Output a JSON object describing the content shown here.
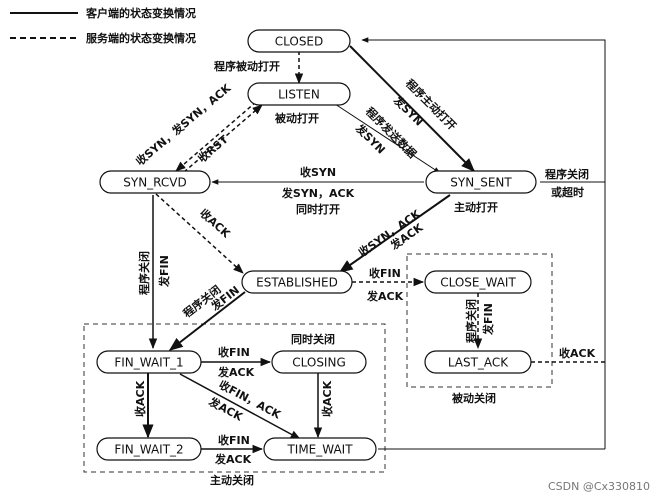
{
  "legend": {
    "client_label": "客户端的状态变换情况",
    "server_label": "服务端的状态变换情况"
  },
  "states": {
    "closed": "CLOSED",
    "listen": "LISTEN",
    "syn_rcvd": "SYN_RCVD",
    "syn_sent": "SYN_SENT",
    "established": "ESTABLISHED",
    "close_wait": "CLOSE_WAIT",
    "last_ack": "LAST_ACK",
    "fin_wait_1": "FIN_WAIT_1",
    "closing": "CLOSING",
    "fin_wait_2": "FIN_WAIT_2",
    "time_wait": "TIME_WAIT"
  },
  "labels": {
    "passive_open_app": "程序被动打开",
    "passive_open": "被动打开",
    "recv_syn_send_synack": "收SYN，发SYN，ACK",
    "recv_rst": "收RST",
    "app_active_open": "程序主动打开",
    "send_syn_1": "发SYN",
    "app_send_data": "程序发送数据",
    "send_syn_2": "发SYN",
    "sim_recv_syn": "收SYN",
    "sim_send_synack": "发SYN，ACK",
    "sim_open": "同时打开",
    "active_open": "主动打开",
    "app_close_line1": "程序关闭",
    "app_close_line2": "或超时",
    "recv_ack_rcvd": "收ACK",
    "synsent_recv_synack": "收SYN，ACK",
    "synsent_send_ack": "发ACK",
    "rcvd_app_close": "程序关闭",
    "rcvd_send_fin": "发FIN",
    "est_app_close": "程序关闭",
    "est_send_fin": "发FIN",
    "est_recv_fin": "收FIN",
    "est_send_ack": "发ACK",
    "cw_app_close": "程序关闭",
    "cw_send_fin": "发FIN",
    "sim_close": "同时关闭",
    "fw1_recv_fin": "收FIN",
    "fw1_send_ack": "发ACK",
    "fw1_recv_ack": "收ACK",
    "fw1_recv_finack": "收FIN，ACK",
    "fw1_send_ack2": "发ACK",
    "closing_recv_ack": "收ACK",
    "fw2_recv_fin": "收FIN",
    "fw2_send_ack": "发ACK",
    "lastack_recv_ack": "收ACK",
    "passive_close": "被动关闭",
    "active_close": "主动关闭"
  },
  "watermark": "CSDN @Cx330810"
}
